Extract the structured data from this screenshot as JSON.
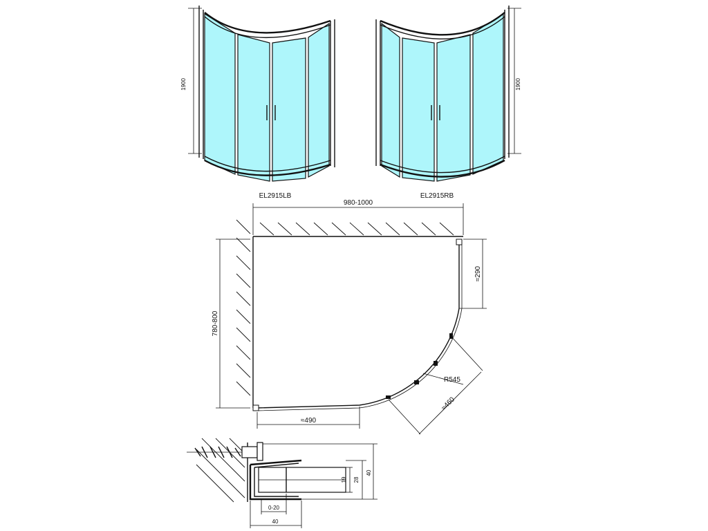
{
  "views": {
    "left_model": "EL2915LB",
    "right_model": "EL2915RB",
    "left_height": "1900",
    "right_height": "1900"
  },
  "plan": {
    "width": "980-1000",
    "depth": "780-800",
    "side_panel": "≈290",
    "front_panel": "≈490",
    "radius": "R545",
    "diagonal": "≈460"
  },
  "profile": {
    "adjust_range": "0-20",
    "base_width": "40",
    "glass_gap": "19",
    "frame_inner": "28",
    "frame_height": "40"
  }
}
